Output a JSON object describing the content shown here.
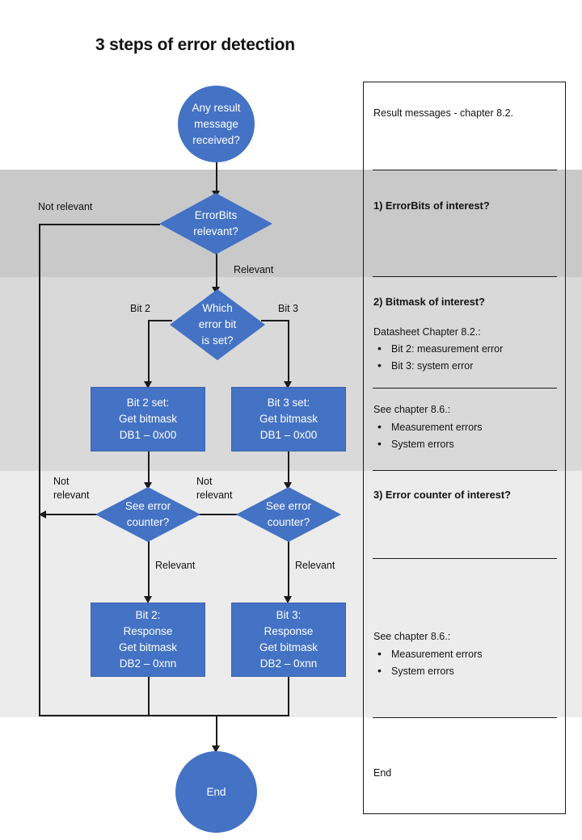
{
  "title": "3 steps of error detection",
  "colors": {
    "node_fill": "#4472C4",
    "node_text": "#FFFFFF",
    "band_1": "#C9C9C9",
    "band_2": "#D9D9D9",
    "band_3": "#ECECEC",
    "line": "#1A1A1A"
  },
  "flow": {
    "start": "Any result\nmessage\nreceived?",
    "decision_errorbits": "ErrorBits\nrelevant?",
    "decision_whichbit": "Which\nerror bit\nis set?",
    "box_bit2_set": "Bit 2 set:\nGet bitmask\nDB1 – 0x00",
    "box_bit3_set": "Bit 3 set:\nGet bitmask\nDB1 – 0x00",
    "decision_counter_left": "See error\ncounter?",
    "decision_counter_right": "See error\ncounter?",
    "box_bit2_response": "Bit 2:\nResponse\nGet bitmask\nDB2 – 0xnn",
    "box_bit3_response": "Bit 3:\nResponse\nGet bitmask\nDB2 – 0xnn",
    "end": "End"
  },
  "edge_labels": {
    "not_relevant_errorbits": "Not relevant",
    "relevant_errorbits": "Relevant",
    "bit2": "Bit 2",
    "bit3": "Bit 3",
    "not_relevant_left": "Not\nrelevant",
    "not_relevant_right": "Not\nrelevant",
    "relevant_left": "Relevant",
    "relevant_right": "Relevant"
  },
  "panel": {
    "section_0": {
      "text": "Result messages - chapter 8.2."
    },
    "section_1": {
      "heading": "1) ErrorBits of interest?"
    },
    "section_2": {
      "heading": "2) Bitmask of interest?",
      "source": "Datasheet Chapter 8.2.:",
      "items": [
        "Bit 2: measurement  error",
        "Bit 3: system error"
      ],
      "source_2": "See chapter 8.6.:",
      "items_2": [
        "Measurement errors",
        "System errors"
      ]
    },
    "section_3": {
      "heading": "3) Error counter of interest?",
      "source": "See chapter 8.6.:",
      "items": [
        "Measurement errors",
        "System errors"
      ]
    },
    "section_4": {
      "text": "End"
    }
  }
}
